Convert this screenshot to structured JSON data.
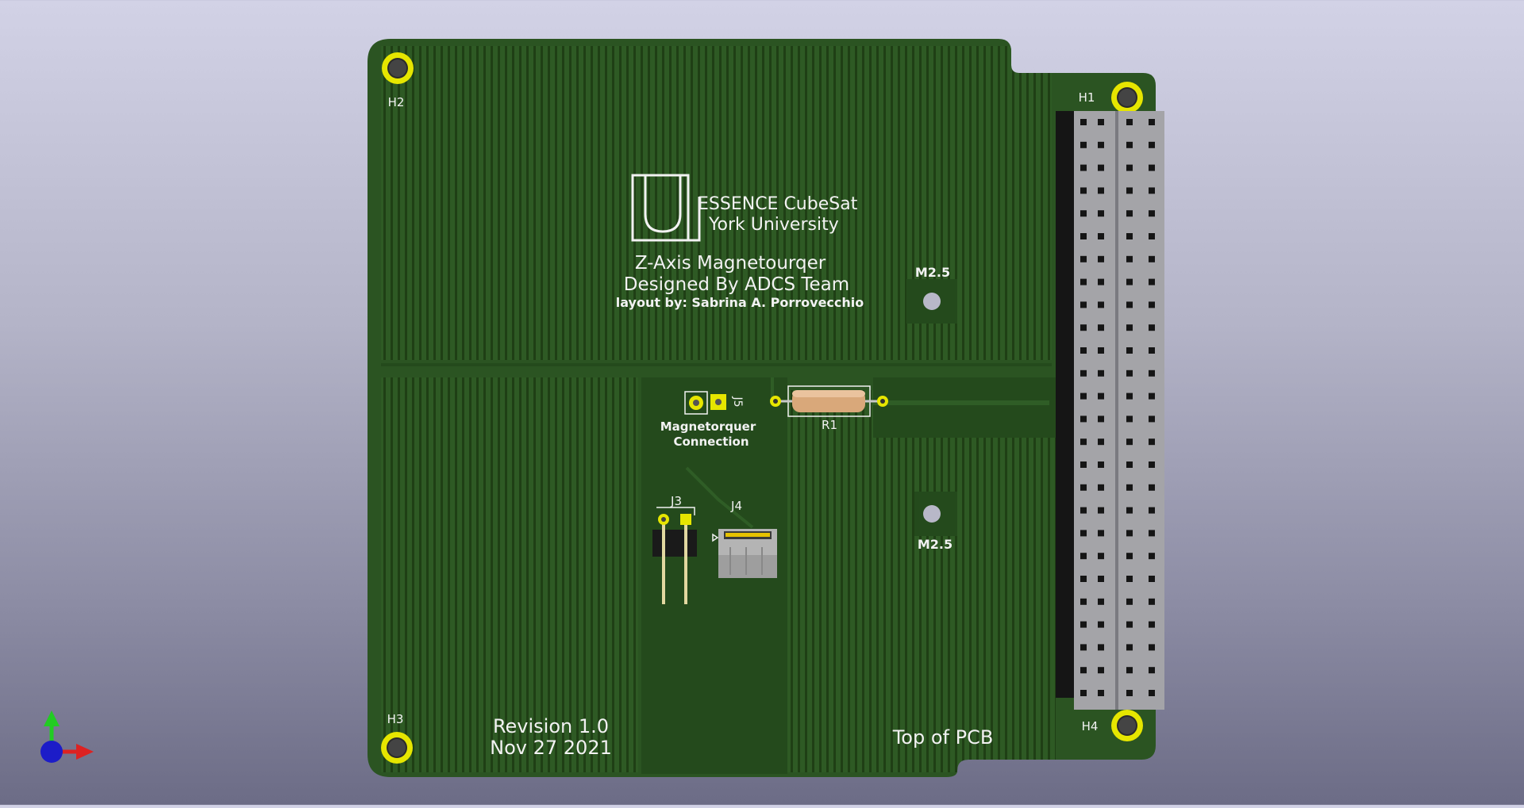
{
  "viewer": {
    "title": "3D Viewer",
    "axis_labels": {
      "x": "",
      "y": "",
      "z": ""
    }
  },
  "board": {
    "colors": {
      "mask": "#2b5422",
      "mask_dark": "#224418",
      "hatch": "#1c3812",
      "silkscreen": "#f2f2f2",
      "pad_ring": "#e6e600",
      "connector_body": "#9a9a9a",
      "resistor_body": "#d9a87a"
    },
    "logo": {
      "line1": "ESSENCE CubeSat",
      "line2": "York University"
    },
    "titles": {
      "line1": "Z-Axis Magnetourqer",
      "line2": "Designed By ADCS Team",
      "line3": "layout by: Sabrina A. Porrovecchio"
    },
    "revision": {
      "line1": "Revision 1.0",
      "line2": "Nov 27 2021"
    },
    "top_label": "Top of PCB",
    "holes": {
      "h1": "H1",
      "h2": "H2",
      "h3": "H3",
      "h4": "H4"
    },
    "mount_holes": {
      "upper": "M2.5",
      "lower": "M2.5"
    },
    "components": {
      "resistor": "R1",
      "connector_j5": "J5",
      "j5_caption_1": "Magnetorquer",
      "j5_caption_2": "Connection",
      "header_j3": "J3",
      "connector_j4": "J4"
    }
  }
}
